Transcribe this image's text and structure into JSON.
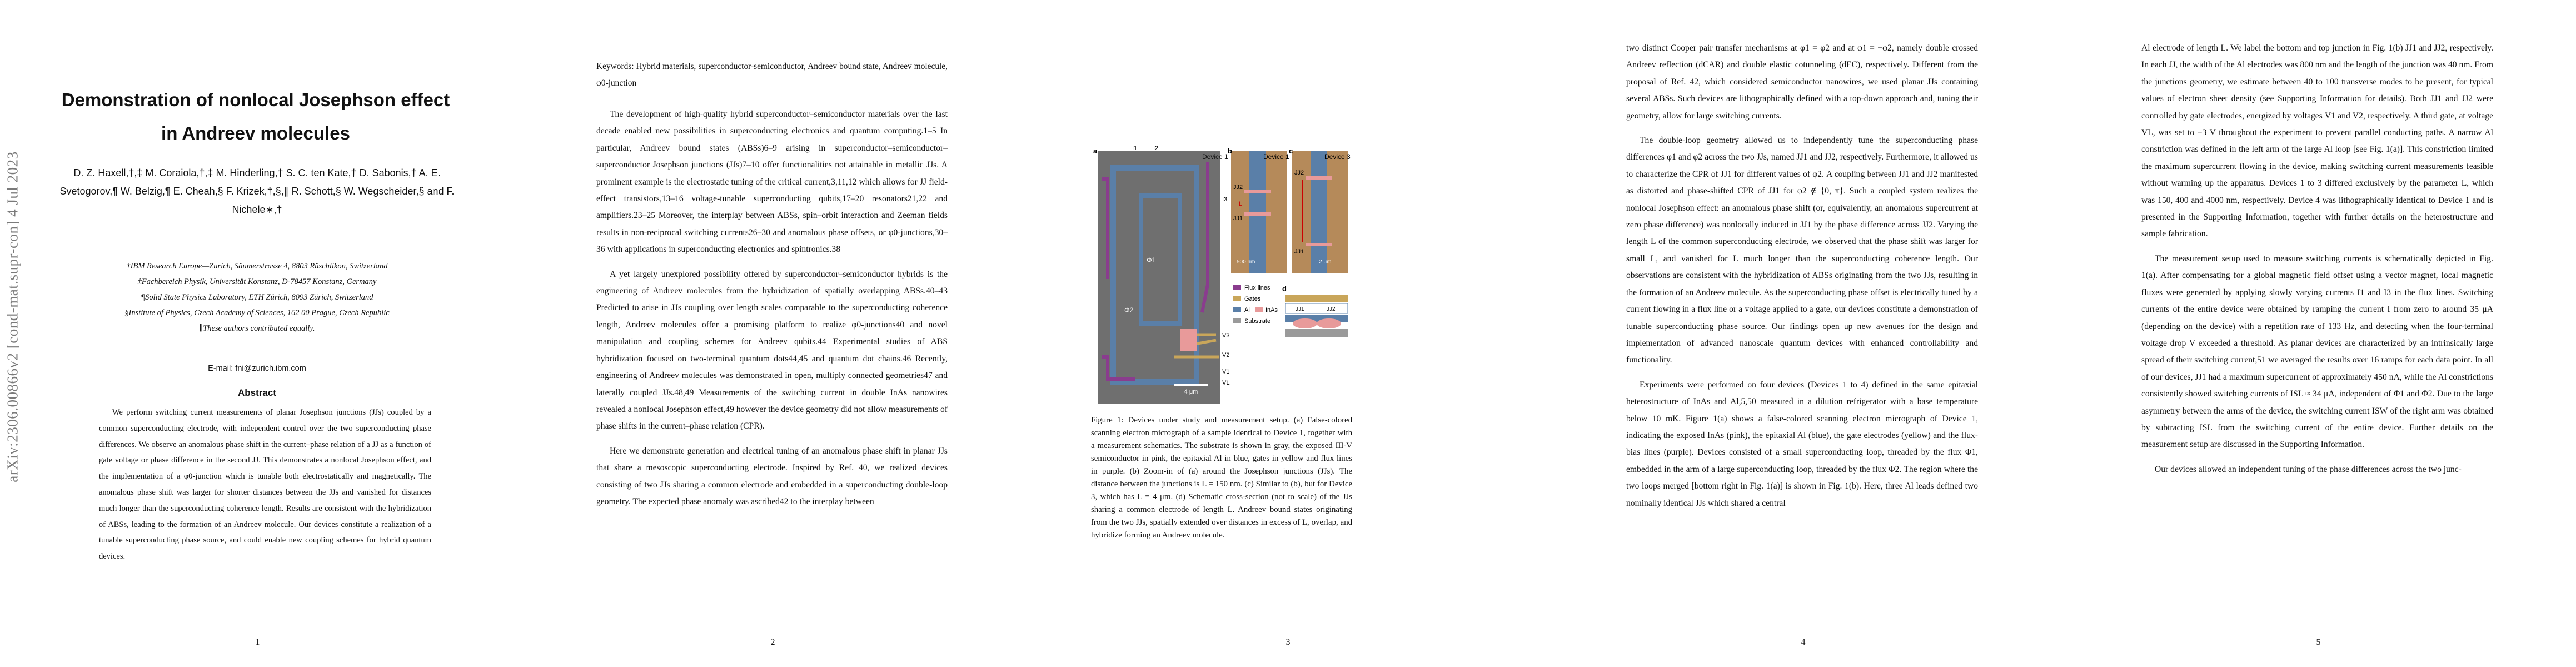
{
  "arxiv_stamp": "arXiv:2306.00866v2  [cond-mat.supr-con]  4 Jul 2023",
  "page1": {
    "title": "Demonstration of nonlocal Josephson effect in Andreev molecules",
    "authors": "D. Z. Haxell,†,‡ M. Coraiola,†,‡ M. Hinderling,† S. C. ten Kate,† D. Sabonis,† A. E. Svetogorov,¶ W. Belzig,¶ E. Cheah,§ F. Krizek,†,§,∥ R. Schott,§ W. Wegscheider,§ and F. Nichele∗,†",
    "affiliations": [
      "†IBM Research Europe—Zurich, Säumerstrasse 4, 8803 Rüschlikon, Switzerland",
      "‡Fachbereich Physik, Universität Konstanz, D-78457 Konstanz, Germany",
      "¶Solid State Physics Laboratory, ETH Zürich, 8093 Zürich, Switzerland",
      "§Institute of Physics, Czech Academy of Sciences, 162 00 Prague, Czech Republic",
      "∥These authors contributed equally."
    ],
    "email": "E-mail: fni@zurich.ibm.com",
    "abstract_heading": "Abstract",
    "abstract": "We perform switching current measurements of planar Josephson junctions (JJs) coupled by a common superconducting electrode, with independent control over the two superconducting phase differences. We observe an anomalous phase shift in the current–phase relation of a JJ as a function of gate voltage or phase difference in the second JJ. This demonstrates a nonlocal Josephson effect, and the implementation of a φ0-junction which is tunable both electrostatically and magnetically. The anomalous phase shift was larger for shorter distances between the JJs and vanished for distances much longer than the superconducting coherence length. Results are consistent with the hybridization of ABSs, leading to the formation of an Andreev molecule. Our devices constitute a realization of a tunable superconducting phase source, and could enable new coupling schemes for hybrid quantum devices.",
    "page_number": "1"
  },
  "page2": {
    "keywords": "Keywords: Hybrid materials, superconductor-semiconductor, Andreev bound state, Andreev molecule, φ0-junction",
    "paragraphs": [
      "The development of high-quality hybrid superconductor–semiconductor materials over the last decade enabled new possibilities in superconducting electronics and quantum computing.1–5 In particular, Andreev bound states (ABSs)6–9 arising in superconductor–semiconductor–superconductor Josephson junctions (JJs)7–10 offer functionalities not attainable in metallic JJs. A prominent example is the electrostatic tuning of the critical current,3,11,12 which allows for JJ field-effect transistors,13–16 voltage-tunable superconducting qubits,17–20 resonators21,22 and amplifiers.23–25 Moreover, the interplay between ABSs, spin–orbit interaction and Zeeman fields results in non-reciprocal switching currents26–30 and anomalous phase offsets, or φ0-junctions,30–36 with applications in superconducting electronics and spintronics.38",
      "A yet largely unexplored possibility offered by superconductor–semiconductor hybrids is the engineering of Andreev molecules from the hybridization of spatially overlapping ABSs.40–43 Predicted to arise in JJs coupling over length scales comparable to the superconducting coherence length, Andreev molecules offer a promising platform to realize φ0-junctions40 and novel manipulation and coupling schemes for Andreev qubits.44 Experimental studies of ABS hybridization focused on two-terminal quantum dots44,45 and quantum dot chains.46 Recently, engineering of Andreev molecules was demonstrated in open, multiply connected geometries47 and laterally coupled JJs.48,49 Measurements of the switching current in double InAs nanowires revealed a nonlocal Josephson effect,49 however the device geometry did not allow measurements of phase shifts in the current–phase relation (CPR).",
      "Here we demonstrate generation and electrical tuning of an anomalous phase shift in planar JJs that share a mesoscopic superconducting electrode. Inspired by Ref. 40, we realized devices consisting of two JJs sharing a common electrode and embedded in a superconducting double-loop geometry. The expected phase anomaly was ascribed42 to the interplay between"
    ],
    "page_number": "2"
  },
  "page3": {
    "figure": {
      "panel_labels": [
        "a",
        "b",
        "c",
        "d"
      ],
      "device_labels": [
        "Device 1",
        "Device 1",
        "Device 3"
      ],
      "terminal_labels": [
        "I1",
        "I2",
        "I3",
        "V3",
        "V2",
        "V1",
        "VL"
      ],
      "jj_labels": [
        "JJ1",
        "JJ2",
        "JJ1",
        "JJ2",
        "JJ1",
        "JJ2"
      ],
      "scale_bars": [
        "4 μm",
        "500 nm",
        "2 μm"
      ],
      "length_label": "L",
      "legend": [
        "Flux lines",
        "Gates",
        "Al",
        "InAs",
        "Substrate"
      ],
      "legend_colors": [
        "#8a3c8e",
        "#c9a65a",
        "#5a7fa8",
        "#e89a9a",
        "#9a9a9a"
      ],
      "phi_labels": [
        "Φ1",
        "Φ2"
      ]
    },
    "caption": "Figure 1: Devices under study and measurement setup. (a) False-colored scanning electron micrograph of a sample identical to Device 1, together with a measurement schematics. The substrate is shown in gray, the exposed III-V semiconductor in pink, the epitaxial Al in blue, gates in yellow and flux lines in purple. (b) Zoom-in of (a) around the Josephson junctions (JJs). The distance between the junctions is L = 150 nm. (c) Similar to (b), but for Device 3, which has L = 4 μm. (d) Schematic cross-section (not to scale) of the JJs sharing a common electrode of length L. Andreev bound states originating from the two JJs, spatially extended over distances in excess of L, overlap, and hybridize forming an Andreev molecule.",
    "page_number": "3"
  },
  "page4": {
    "paragraphs": [
      "two distinct Cooper pair transfer mechanisms at φ1 = φ2 and at φ1 = −φ2, namely double crossed Andreev reflection (dCAR) and double elastic cotunneling (dEC), respectively. Different from the proposal of Ref. 42, which considered semiconductor nanowires, we used planar JJs containing several ABSs. Such devices are lithographically defined with a top-down approach and, tuning their geometry, allow for large switching currents.",
      "The double-loop geometry allowed us to independently tune the superconducting phase differences φ1 and φ2 across the two JJs, named JJ1 and JJ2, respectively. Furthermore, it allowed us to characterize the CPR of JJ1 for different values of φ2. A coupling between JJ1 and JJ2 manifested as distorted and phase-shifted CPR of JJ1 for φ2 ∉ {0, π}. Such a coupled system realizes the nonlocal Josephson effect: an anomalous phase shift (or, equivalently, an anomalous supercurrent at zero phase difference) was nonlocally induced in JJ1 by the phase difference across JJ2. Varying the length L of the common superconducting electrode, we observed that the phase shift was larger for small L, and vanished for L much longer than the superconducting coherence length. Our observations are consistent with the hybridization of ABSs originating from the two JJs, resulting in the formation of an Andreev molecule. As the superconducting phase offset is electrically tuned by a current flowing in a flux line or a voltage applied to a gate, our devices constitute a demonstration of tunable superconducting phase source. Our findings open up new avenues for the design and implementation of advanced nanoscale quantum devices with enhanced controllability and functionality.",
      "Experiments were performed on four devices (Devices 1 to 4) defined in the same epitaxial heterostructure of InAs and Al,5,50 measured in a dilution refrigerator with a base temperature below 10 mK. Figure 1(a) shows a false-colored scanning electron micrograph of Device 1, indicating the exposed InAs (pink), the epitaxial Al (blue), the gate electrodes (yellow) and the flux-bias lines (purple). Devices consisted of a small superconducting loop, threaded by the flux Φ1, embedded in the arm of a large superconducting loop, threaded by the flux Φ2. The region where the two loops merged [bottom right in Fig. 1(a)] is shown in Fig. 1(b). Here, three Al leads defined two nominally identical JJs which shared a central"
    ],
    "page_number": "4"
  },
  "page5": {
    "paragraphs": [
      "Al electrode of length L. We label the bottom and top junction in Fig. 1(b) JJ1 and JJ2, respectively. In each JJ, the width of the Al electrodes was 800 nm and the length of the junction was 40 nm. From the junctions geometry, we estimate between 40 to 100 transverse modes to be present, for typical values of electron sheet density (see Supporting Information for details). Both JJ1 and JJ2 were controlled by gate electrodes, energized by voltages V1 and V2, respectively. A third gate, at voltage VL, was set to −3 V throughout the experiment to prevent parallel conducting paths. A narrow Al constriction was defined in the left arm of the large Al loop [see Fig. 1(a)]. This constriction limited the maximum supercurrent flowing in the device, making switching current measurements feasible without warming up the apparatus. Devices 1 to 3 differed exclusively by the parameter L, which was 150, 400 and 4000 nm, respectively. Device 4 was lithographically identical to Device 1 and is presented in the Supporting Information, together with further details on the heterostructure and sample fabrication.",
      "The measurement setup used to measure switching currents is schematically depicted in Fig. 1(a). After compensating for a global magnetic field offset using a vector magnet, local magnetic fluxes were generated by applying slowly varying currents I1 and I3 in the flux lines. Switching currents of the entire device were obtained by ramping the current I from zero to around 35 μA (depending on the device) with a repetition rate of 133 Hz, and detecting when the four-terminal voltage drop V exceeded a threshold. As planar devices are characterized by an intrinsically large spread of their switching current,51 we averaged the results over 16 ramps for each data point. In all of our devices, JJ1 had a maximum supercurrent of approximately 450 nA, while the Al constrictions consistently showed switching currents of ISL ≈ 34 μA, independent of Φ1 and Φ2. Due to the large asymmetry between the arms of the device, the switching current ISW of the right arm was obtained by subtracting ISL from the switching current of the entire device. Further details on the measurement setup are discussed in the Supporting Information.",
      "Our devices allowed an independent tuning of the phase differences across the two junc-"
    ],
    "page_number": "5"
  }
}
